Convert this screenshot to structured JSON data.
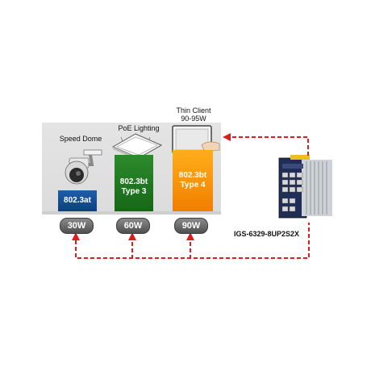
{
  "devices": [
    {
      "name": "Speed Dome",
      "standard": "802.3at",
      "power": "30W",
      "standard_color": "#164b8e"
    },
    {
      "name": "PoE Lighting",
      "standard_line1": "802.3bt",
      "standard_line2": "Type 3",
      "power": "60W",
      "standard_color": "#1f7a1f"
    },
    {
      "name_line1": "Thin Client",
      "name_line2": "90-95W",
      "standard_line1": "802.3bt",
      "standard_line2": "Type 4",
      "power": "90W",
      "standard_color": "#f28c00"
    }
  ],
  "switch": {
    "model": "IGS-6329-8UP2S2X"
  },
  "connector_color": "#d81e1e",
  "icons": [
    "speed-dome-camera-icon",
    "poe-light-panel-icon",
    "thin-client-monitor-icon",
    "industrial-switch-icon"
  ]
}
